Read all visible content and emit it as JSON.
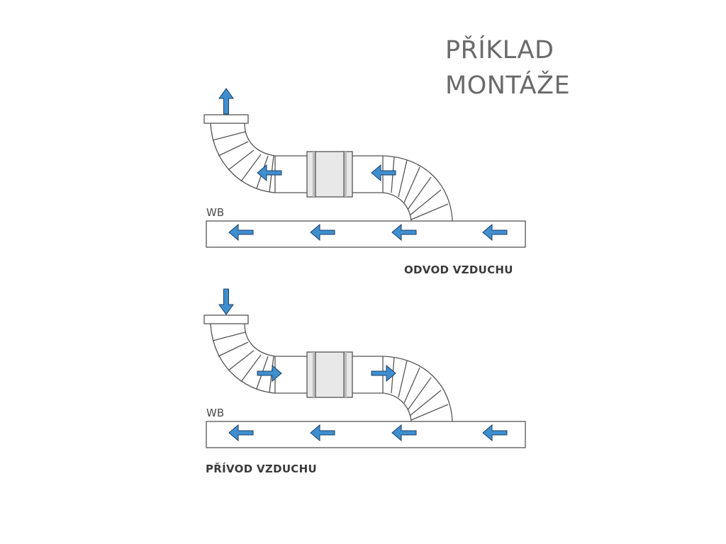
{
  "title": {
    "line1": "PŘÍKLAD",
    "line2": "MONTÁŽE"
  },
  "diagrams": [
    {
      "id": "exhaust",
      "duct_label": "WB",
      "caption": "ODVOD VZDUCHU",
      "flow": "exhaust",
      "vertical_arrow": "up",
      "fan_arrows": "left"
    },
    {
      "id": "supply",
      "duct_label": "WB",
      "caption": "PŘÍVOD VZDUCHU",
      "flow": "supply",
      "vertical_arrow": "down",
      "fan_arrows": "right"
    }
  ],
  "colors": {
    "arrow": "#3d8fd0",
    "arrow_outline": "#1f3f66",
    "line": "#555555",
    "fan_fill": "#e8e8e8"
  }
}
